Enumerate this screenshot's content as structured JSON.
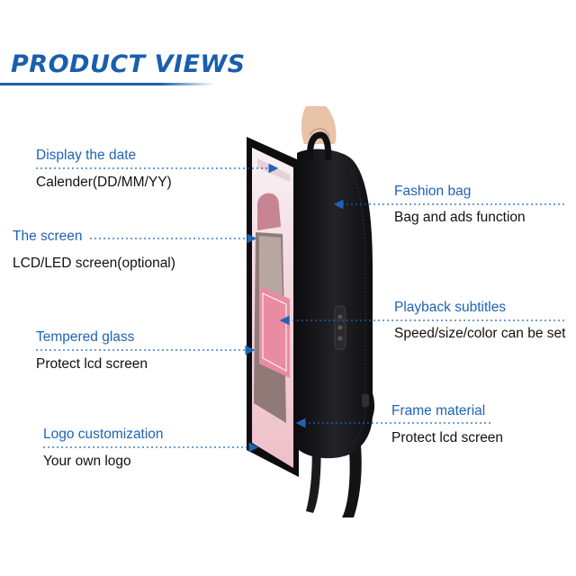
{
  "header": {
    "title": "PRODUCT VIEWS"
  },
  "features": {
    "display_date": {
      "title": "Display the date",
      "desc": "Calender(DD/MM/YY)"
    },
    "screen": {
      "title": "The screen",
      "desc": "LCD/LED screen(optional)"
    },
    "glass": {
      "title": "Tempered glass",
      "desc": "Protect lcd screen"
    },
    "logo": {
      "title": "Logo customization",
      "desc": "Your own logo"
    },
    "bag": {
      "title": "Fashion bag",
      "desc": "Bag and ads function"
    },
    "subtitles": {
      "title": "Playback subtitles",
      "desc": "Speed/size/color can be set"
    },
    "frame": {
      "title": "Frame material",
      "desc": "Protect lcd screen"
    }
  },
  "colors": {
    "accent": "#1f63b5",
    "header": "#1a5fae",
    "bag": "#141416",
    "screen_pink": "#f4c6cf"
  }
}
